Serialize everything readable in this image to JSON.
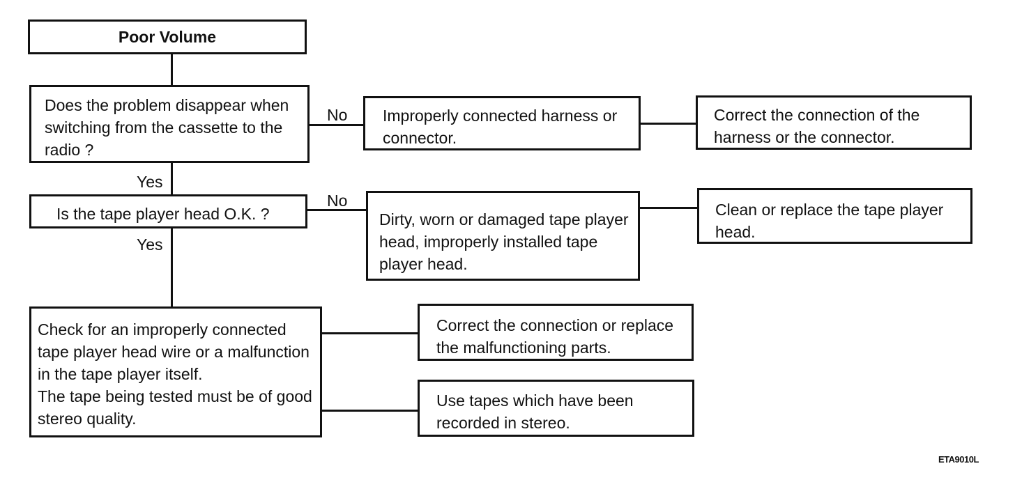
{
  "title": "Poor Volume",
  "nodes": {
    "q1": "Does the problem disappear when switching from the cassette to the radio ?",
    "q2": "Is the tape player head O.K. ?",
    "check": "Check for an improperly connected tape player head wire or a malfunction in the tape player itself.",
    "check_note": "The tape being tested must be of good stereo quality.",
    "cause1": "Improperly connected harness or connector.",
    "fix1": "Correct the connection of the harness or the connector.",
    "cause2": "Dirty, worn or damaged tape player head, improperly installed tape player head.",
    "fix2": "Clean or replace the tape player head.",
    "fix3": "Correct the connection or replace the malfunctioning parts.",
    "fix4": "Use tapes which have been recorded in stereo."
  },
  "edge_labels": {
    "q1_no": "No",
    "q1_yes": "Yes",
    "q2_no": "No",
    "q2_yes": "Yes"
  },
  "figure_code": "ETA9010L"
}
